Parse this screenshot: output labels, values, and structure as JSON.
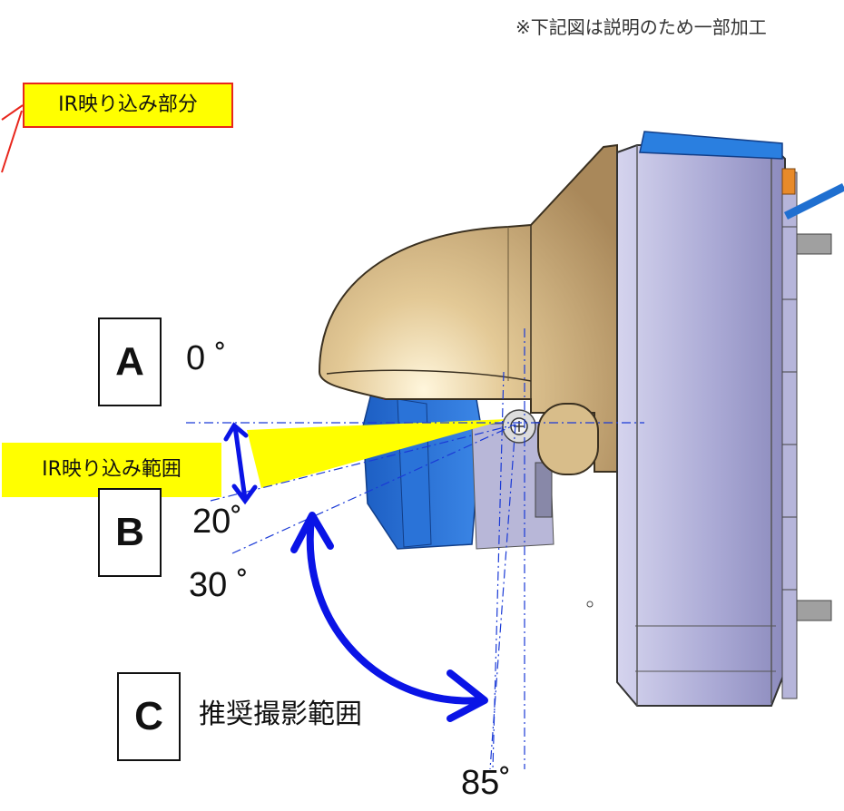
{
  "note": "※下記図は説明のため一部加工",
  "callouts": {
    "ir_reflection_part": "IR映り込み部分",
    "ir_reflection_range": "IR映り込み範囲"
  },
  "zones": {
    "a": "A",
    "b": "B",
    "c": "C",
    "c_label": "推奨撮影範囲"
  },
  "angles": {
    "a0": "0 ˚",
    "a20": "20˚",
    "a30": "30 ˚",
    "a85": "85˚"
  },
  "colors": {
    "dome": "#c9a977",
    "housing": "#a9a8d4",
    "lens_blue": "#1f6fd0",
    "arrow_blue": "#0a14e6",
    "highlight_yellow": "#ffff00",
    "callout_border": "#e8261c"
  }
}
